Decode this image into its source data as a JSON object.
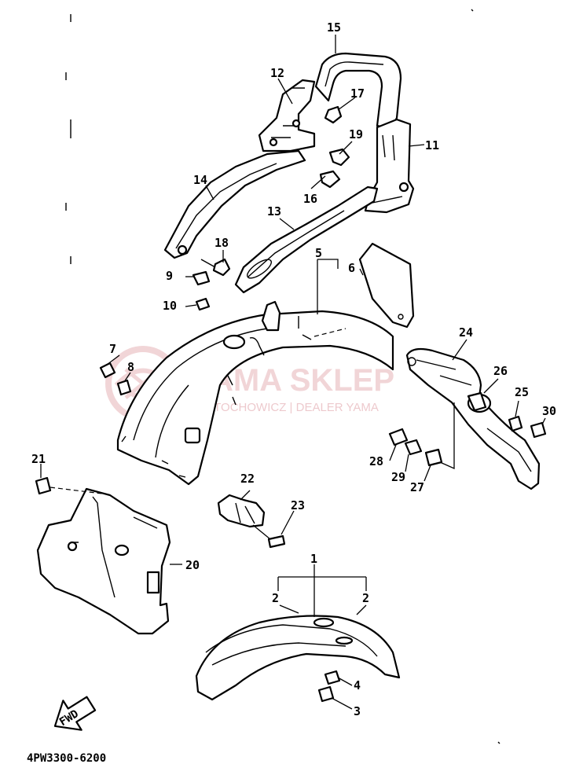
{
  "diagram_code": "4PW3300-6200",
  "fwd_label": "FWD",
  "watermark": {
    "brand": "YAMA SKLEP",
    "subtitle": "MOTOCHOWICZ | DEALER YAMA"
  },
  "callouts": [
    "1",
    "2",
    "2",
    "3",
    "4",
    "5",
    "6",
    "7",
    "8",
    "9",
    "10",
    "11",
    "12",
    "13",
    "14",
    "15",
    "16",
    "17",
    "18",
    "19",
    "20",
    "21",
    "22",
    "23",
    "24",
    "25",
    "26",
    "27",
    "28",
    "29",
    "30"
  ],
  "colors": {
    "ink": "#000000",
    "paper": "#ffffff",
    "watermark": "#e6b3b8"
  }
}
